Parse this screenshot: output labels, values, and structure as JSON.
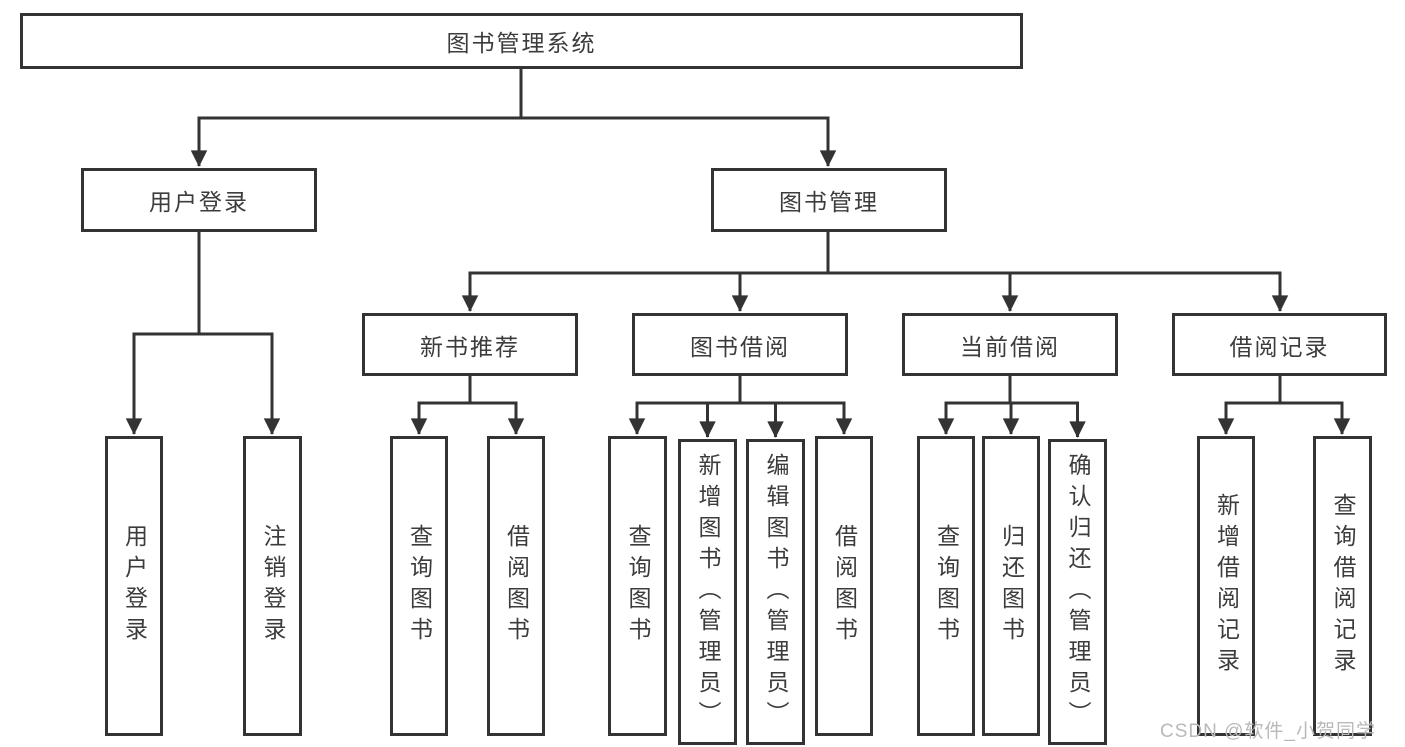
{
  "diagram": {
    "root": {
      "label": "图书管理系统"
    },
    "level2": [
      {
        "label": "用户登录"
      },
      {
        "label": "图书管理"
      }
    ],
    "level3": [
      {
        "label": "新书推荐"
      },
      {
        "label": "图书借阅"
      },
      {
        "label": "当前借阅"
      },
      {
        "label": "借阅记录"
      }
    ],
    "leaves": {
      "user": [
        {
          "label": "用户登录"
        },
        {
          "label": "注销登录"
        }
      ],
      "newbook": [
        {
          "label": "查询图书"
        },
        {
          "label": "借阅图书"
        }
      ],
      "borrow": [
        {
          "label": "查询图书"
        },
        {
          "label": "新增图书（管理员）"
        },
        {
          "label": "编辑图书（管理员）"
        },
        {
          "label": "借阅图书"
        }
      ],
      "current": [
        {
          "label": "查询图书"
        },
        {
          "label": "归还图书"
        },
        {
          "label": "确认归还（管理员）"
        }
      ],
      "records": [
        {
          "label": "新增借阅记录"
        },
        {
          "label": "查询借阅记录"
        }
      ]
    }
  },
  "watermark": {
    "text": "CSDN @软件_小贺同学"
  },
  "colors": {
    "line": "#333333",
    "node_text": "#3c3c3c",
    "watermark_text": "#b9b9b9",
    "background": "#ffffff"
  }
}
